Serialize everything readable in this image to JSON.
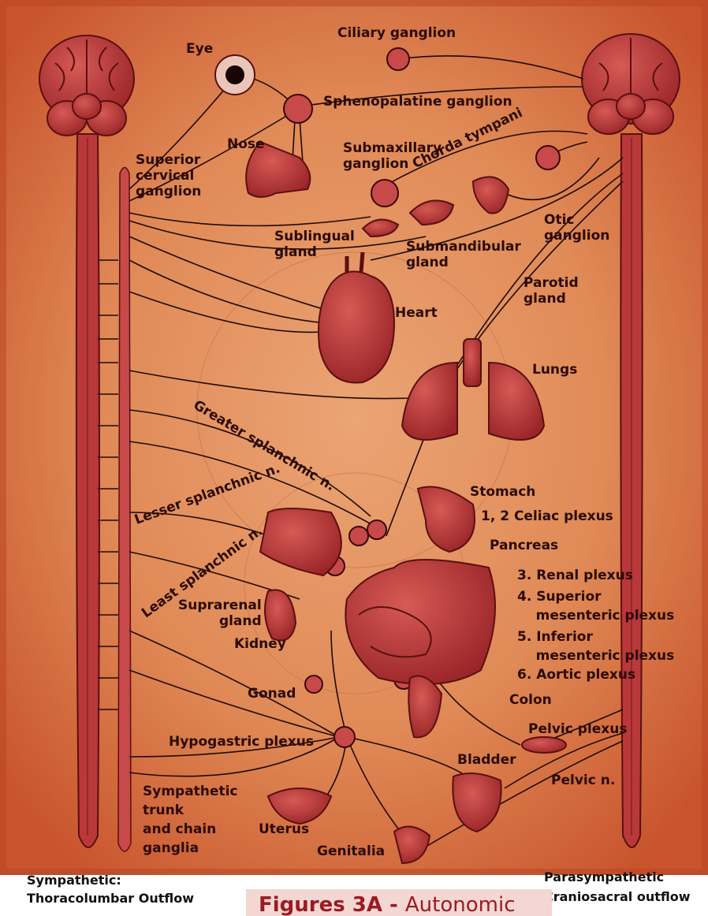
{
  "figure": {
    "labels": {
      "ciliary_ganglion": "Ciliary ganglion",
      "eye": "Eye",
      "sphenopalatine_ganglion": "Sphenopalatine ganglion",
      "superior_cervical_ganglion": "Superior\ncervical\nganglion",
      "nose": "Nose",
      "submaxillary_ganglion": "Submaxillary\nganglion",
      "chorda_tympani": "Chorda tympani",
      "otic_ganglion": "Otic\nganglion",
      "sublingual_gland": "Sublingual\ngland",
      "submandibular_gland": "Submandibular\ngland",
      "parotid_gland": "Parotid\ngland",
      "heart": "Heart",
      "lungs": "Lungs",
      "greater_splanchnic": "Greater splanchnic n.",
      "lesser_splanchnic": "Lesser splanchnic n.",
      "least_splanchnic": "Least splanchnic n.",
      "stomach": "Stomach",
      "celiac_plexus": "1, 2 Celiac plexus",
      "pancreas": "Pancreas",
      "renal_plexus": "3. Renal plexus",
      "superior_mesenteric": "4. Superior\n    mesenteric plexus",
      "inferior_mesenteric": "5. Inferior\n    mesenteric plexus",
      "aortic_plexus": "6. Aortic plexus",
      "suprarenal_gland": "Suprarenal\ngland",
      "kidney": "Kidney",
      "gonad": "Gonad",
      "colon": "Colon",
      "pelvic_plexus": "Pelvic plexus",
      "hypogastric_plexus": "Hypogastric plexus",
      "bladder": "Bladder",
      "pelvic_n": "Pelvic n.",
      "sympathetic_trunk": "Sympathetic\ntrunk\nand chain\nganglia",
      "uterus": "Uterus",
      "genitalia": "Genitalia"
    },
    "colors": {
      "background": "#d9703f",
      "background_light": "#eba474",
      "organ": "#b9383a",
      "organ_dark": "#6e1616",
      "nerve": "#1e0a06",
      "label_text": "#2a0a05"
    }
  },
  "footer": {
    "left_line1": "Sympathetic:",
    "left_line2": "Thoracolumbar Outflow",
    "right_line1": "Parasympathetic",
    "right_line2": "Craniosacral outflow",
    "caption_bold": "Figures 3A - ",
    "caption_rest": "Autonomic"
  }
}
